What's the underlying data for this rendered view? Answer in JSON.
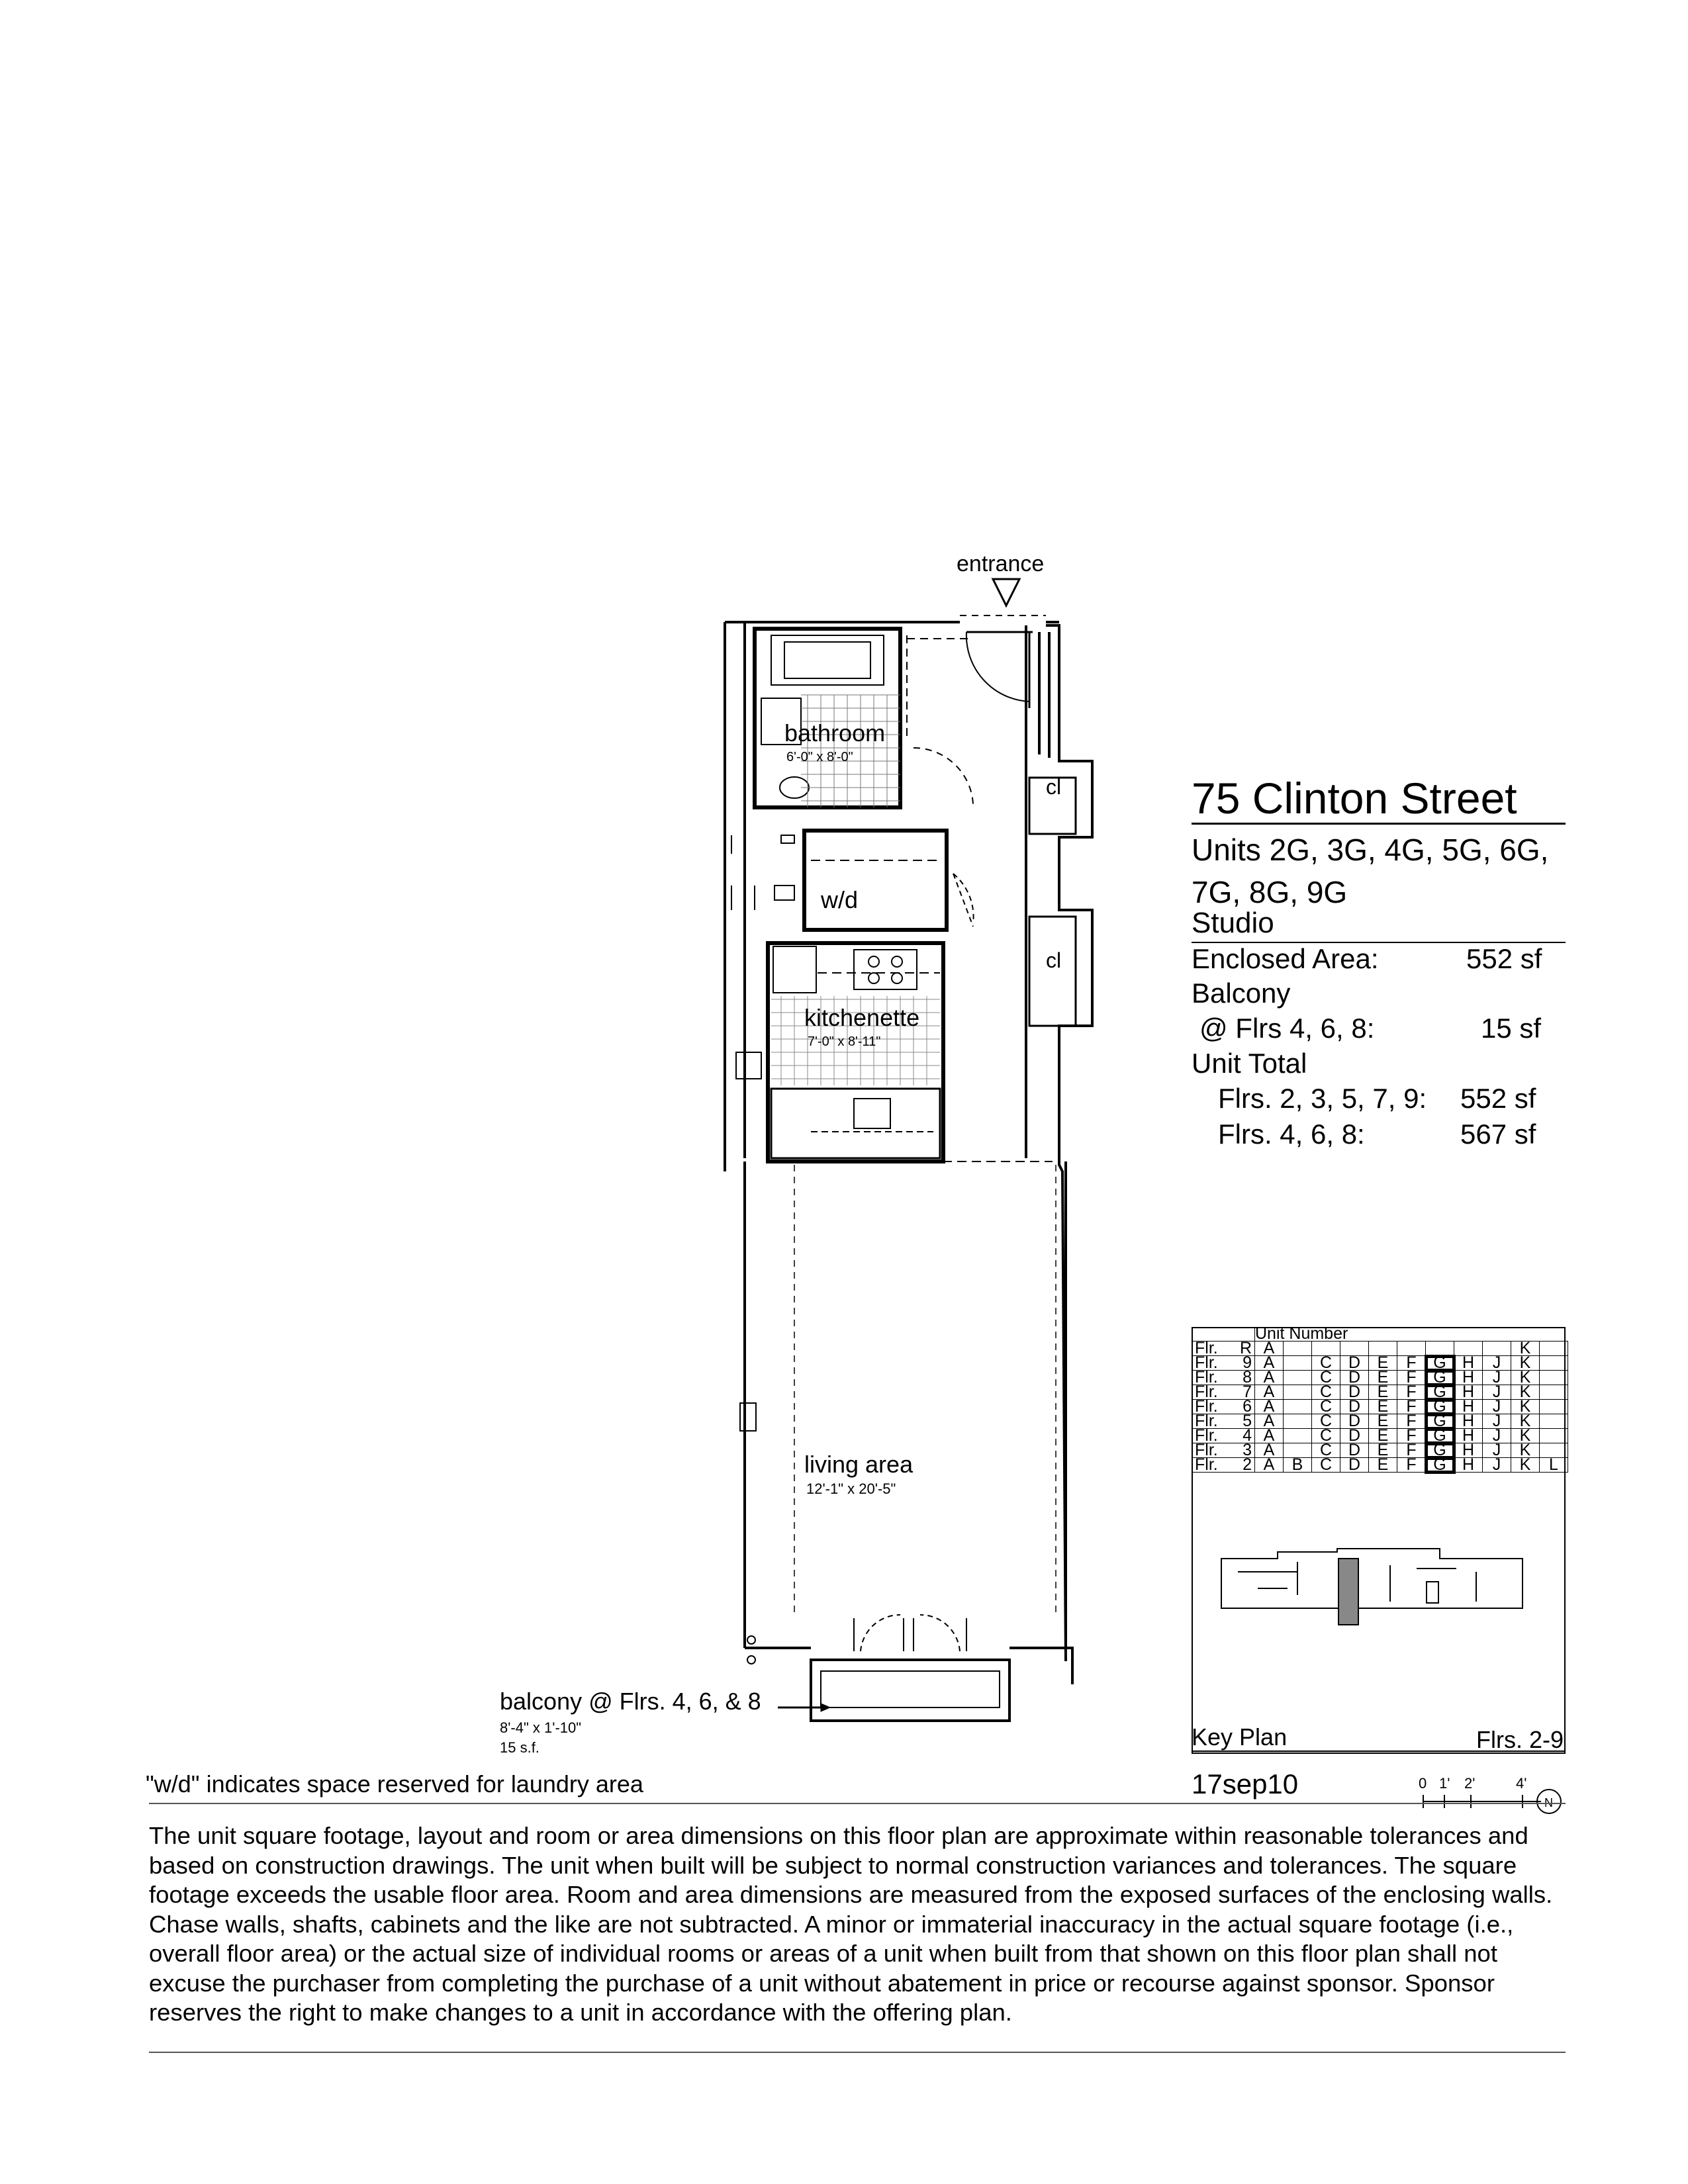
{
  "plan": {
    "entrance": "entrance",
    "rooms": {
      "bathroom": {
        "label": "bathroom",
        "dims": "6'-0\" x 8'-0\""
      },
      "wd": {
        "label": "w/d"
      },
      "kitchenette": {
        "label": "kitchenette",
        "dims": "7'-0\" x 8'-11\""
      },
      "living": {
        "label": "living area",
        "dims": "12'-1\" x 20'-5\""
      },
      "closet_label": "cl"
    },
    "balcony": {
      "label": "balcony @ Flrs. 4, 6, & 8",
      "dims": "8'-4\" x 1'-10\"",
      "area": "15 s.f."
    }
  },
  "title_block": {
    "building": "75 Clinton Street",
    "units": "Units 2G, 3G, 4G, 5G, 6G, 7G, 8G, 9G",
    "type": "Studio",
    "enclosed_label": "Enclosed Area:",
    "enclosed_value": "552 sf",
    "balcony_label": "Balcony",
    "balcony_floors": "@ Flrs 4, 6, 8:",
    "balcony_value": "15 sf",
    "unit_total_label": "Unit Total",
    "total_rows": [
      {
        "label": "Flrs. 2, 3, 5, 7, 9:",
        "value": "552 sf"
      },
      {
        "label": "Flrs. 4, 6, 8:",
        "value": "567 sf"
      }
    ]
  },
  "unit_table": {
    "header": "Unit Number",
    "floor_word": "Flr.",
    "columns": [
      "A",
      "B",
      "C",
      "D",
      "E",
      "F",
      "G",
      "H",
      "J",
      "K",
      "L"
    ],
    "highlight": "G",
    "rows": [
      {
        "floor": "R",
        "units": [
          "A",
          "",
          "",
          "",
          "",
          "",
          "",
          "",
          "",
          "K",
          ""
        ]
      },
      {
        "floor": "9",
        "units": [
          "A",
          "",
          "C",
          "D",
          "E",
          "F",
          "G",
          "H",
          "J",
          "K",
          ""
        ]
      },
      {
        "floor": "8",
        "units": [
          "A",
          "",
          "C",
          "D",
          "E",
          "F",
          "G",
          "H",
          "J",
          "K",
          ""
        ]
      },
      {
        "floor": "7",
        "units": [
          "A",
          "",
          "C",
          "D",
          "E",
          "F",
          "G",
          "H",
          "J",
          "K",
          ""
        ]
      },
      {
        "floor": "6",
        "units": [
          "A",
          "",
          "C",
          "D",
          "E",
          "F",
          "G",
          "H",
          "J",
          "K",
          ""
        ]
      },
      {
        "floor": "5",
        "units": [
          "A",
          "",
          "C",
          "D",
          "E",
          "F",
          "G",
          "H",
          "J",
          "K",
          ""
        ]
      },
      {
        "floor": "4",
        "units": [
          "A",
          "",
          "C",
          "D",
          "E",
          "F",
          "G",
          "H",
          "J",
          "K",
          ""
        ]
      },
      {
        "floor": "3",
        "units": [
          "A",
          "",
          "C",
          "D",
          "E",
          "F",
          "G",
          "H",
          "J",
          "K",
          ""
        ]
      },
      {
        "floor": "2",
        "units": [
          "A",
          "B",
          "C",
          "D",
          "E",
          "F",
          "G",
          "H",
          "J",
          "K",
          "L"
        ]
      }
    ],
    "key_plan": "Key Plan",
    "floors": "Flrs. 2-9"
  },
  "footer": {
    "wd_note": "\"w/d\" indicates space reserved for laundry area",
    "date": "17sep10",
    "scale_labels": [
      "0",
      "1'",
      "2'",
      "4'"
    ],
    "north": "N",
    "disclaimer": "The unit square footage, layout and room or area dimensions on this floor plan are approximate within reasonable tolerances and based on construction drawings. The unit when built will be subject to normal construction variances and tolerances. The square footage exceeds the usable floor area. Room and area dimensions are measured from the exposed surfaces of the enclosing walls. Chase walls, shafts, cabinets and the like are not subtracted. A minor or immaterial inaccuracy in the actual square footage (i.e., overall floor area) or the actual size of individual rooms or areas of a unit when built from that shown on this floor plan shall not excuse the purchaser from completing the purchase of a unit without abatement in price or recourse against sponsor. Sponsor reserves the right to make changes to a unit in accordance with the offering plan."
  }
}
